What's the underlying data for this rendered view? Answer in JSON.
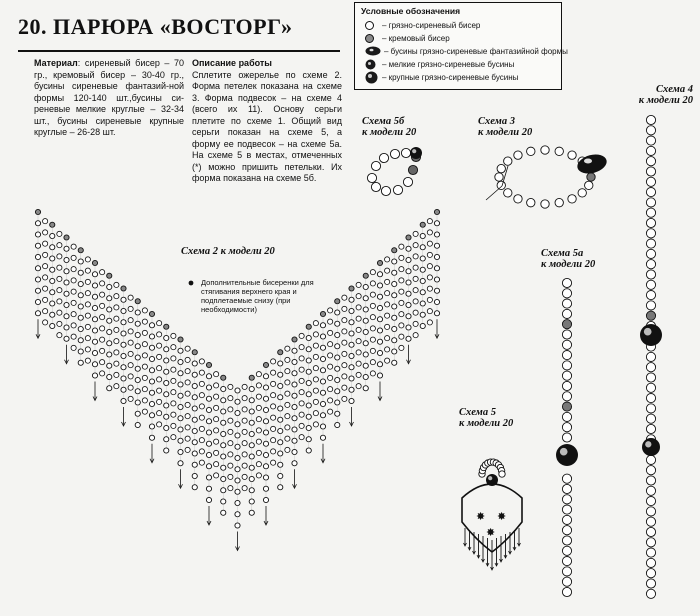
{
  "header": {
    "title": "20. ПАРЮРА «ВОСТОРГ»"
  },
  "materials": {
    "label": "Материал",
    "text": ": сиреневый бисер – 70 гр., кремовый бисер – 30-40 гр., бусины сиреневые фантазий-ной формы 120-140 шт.,бусины си-реневые мелкие круглые – 32-34 шт., бусины сиреневые крупные круглые – 26-28 шт."
  },
  "description": {
    "heading": "Описание работы",
    "text": "Сплетите ожерелье по схеме 2. Форма петелек показана на схеме 3. Форма подвесок – на схеме 4 (всего их 11). Основу серьги плетите по схеме 1. Общий вид серьги показан на схеме 5, а форму ее подвесок – на схеме 5а. На схеме 5 в местах, отмеченных (*) можно пришить петельки. Их форма показана на схеме 5б."
  },
  "legend": {
    "title": "Условные обозначения",
    "items": [
      {
        "label": "– грязно-сиреневый бисер",
        "icon": "small-bead-white-icon"
      },
      {
        "label": "– кремовый бисер",
        "icon": "small-bead-gray-icon"
      },
      {
        "label": "– бусины грязно-сиреневые фантазийной формы",
        "icon": "fancy-bead-icon"
      },
      {
        "label": "– мелкие грязно-сиреневые бусины",
        "icon": "small-round-bead-icon"
      },
      {
        "label": "– крупные грязно-сиреневые бусины",
        "icon": "large-round-bead-icon"
      }
    ]
  },
  "schemes": {
    "s2": "Схема 2 к модели 20",
    "s5b": [
      "Схема 5б",
      "к модели 20"
    ],
    "s3": [
      "Схема 3",
      "к модели 20"
    ],
    "s4": [
      "Схема 4",
      "к модели 20"
    ],
    "s5a": [
      "Схема 5а",
      "к модели 20"
    ],
    "s5": [
      "Схема 5",
      "к модели 20"
    ]
  },
  "note": "Дополнительные бисеренки для стягивания верхнего края и подплетаемые снизу (при необходимости)",
  "colors": {
    "ink": "#111111",
    "paper": "#f4f4f2",
    "cream_bead": "#8a8a8a",
    "dark_bead": "#1a1a1a"
  }
}
